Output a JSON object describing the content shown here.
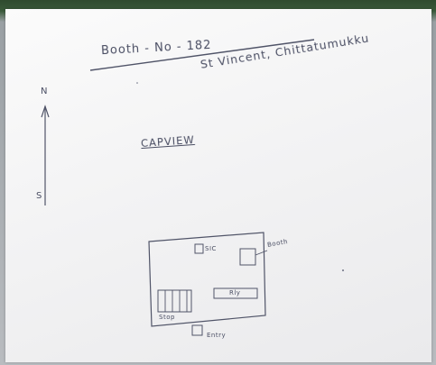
{
  "photo": {
    "heading": "Booth - No - 182",
    "school": "St Vincent, Chittatumukku",
    "section_label": "CAPVIEW",
    "compass": {
      "top": "N",
      "bottom": "S"
    },
    "sketch_labels": {
      "mark_1": "SIC",
      "mark_2": "Booth",
      "mark_3": "Rly",
      "mark_4": "Stop",
      "mark_5": "Entry"
    }
  }
}
